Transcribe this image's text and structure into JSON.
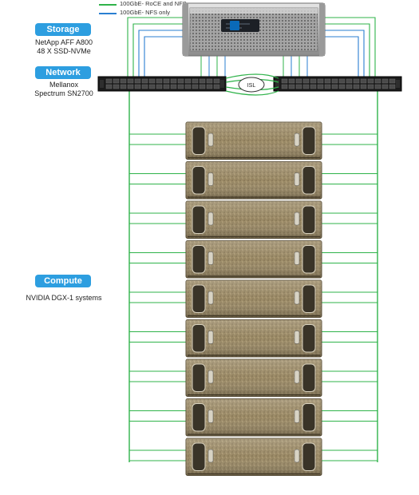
{
  "legend": [
    {
      "label": "100GbE- RoCE and NFS",
      "color": "#2fb34a"
    },
    {
      "label": "100GbE- NFS only",
      "color": "#2a7fd1"
    }
  ],
  "storage": {
    "tag": "Storage",
    "line1": "NetApp AFF A800",
    "line2": "48 X  SSD-NVMe"
  },
  "network": {
    "tag": "Network",
    "line1": "Mellanox",
    "line2": "Spectrum SN2700",
    "isl_label": "ISL"
  },
  "compute": {
    "tag": "Compute",
    "line1": "NVIDIA DGX-1 systems",
    "system_count": 9
  },
  "colors": {
    "tag_blue": "#2d9ee0",
    "roce_green": "#2fb34a",
    "nfs_blue": "#2a7fd1",
    "dgx_gold": "#a0906c",
    "switch_dark": "#1b1b1b"
  }
}
